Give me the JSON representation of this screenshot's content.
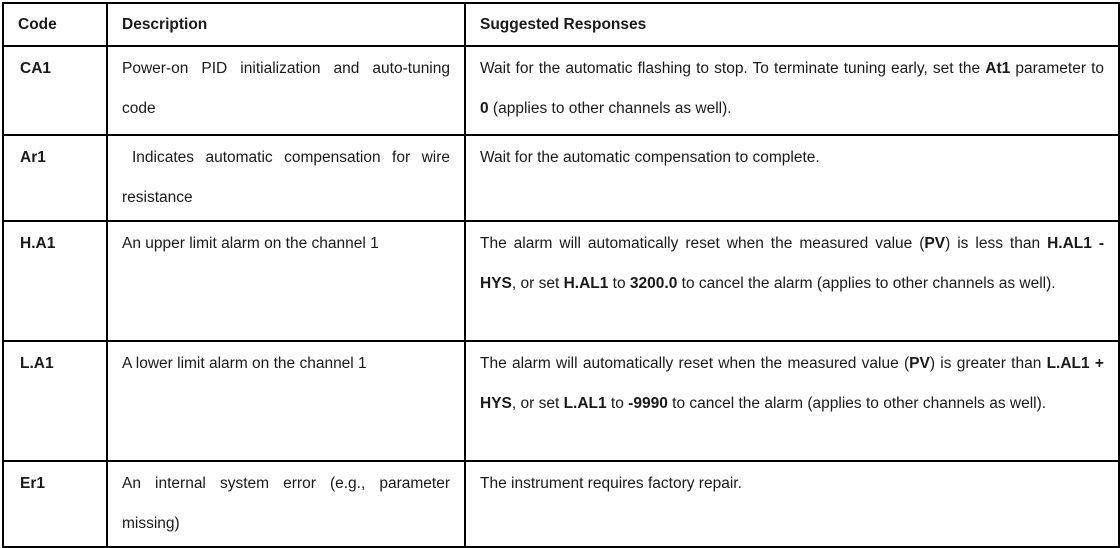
{
  "colors": {
    "border": "#000000",
    "text": "#1a1a1a",
    "background": "#ffffff"
  },
  "table": {
    "columns": [
      {
        "label": "Code"
      },
      {
        "label": "Description"
      },
      {
        "label": "Suggested Responses"
      }
    ],
    "rows": [
      {
        "code": "CA1",
        "description": "Power-on PID initialization and auto-tuning code",
        "response": [
          {
            "t": "Wait for the automatic flashing to stop. To terminate tuning early, set the "
          },
          {
            "t": "At1",
            "b": true
          },
          {
            "t": " parameter to "
          },
          {
            "t": "0",
            "b": true
          },
          {
            "t": " (applies to other channels as well)."
          }
        ]
      },
      {
        "code": "Ar1",
        "description": "Indicates automatic compensation for wire resistance",
        "response": [
          {
            "t": "Wait for the automatic compensation to complete."
          }
        ]
      },
      {
        "code": "H.A1",
        "description": "An upper limit alarm on the channel 1",
        "response": [
          {
            "t": "The alarm will automatically reset when the measured value ("
          },
          {
            "t": "PV",
            "b": true
          },
          {
            "t": ") is less than "
          },
          {
            "t": "H.AL1 - HYS",
            "b": true
          },
          {
            "t": ", or set "
          },
          {
            "t": "H.AL1",
            "b": true
          },
          {
            "t": " to "
          },
          {
            "t": "3200.0",
            "b": true
          },
          {
            "t": " to cancel the alarm (applies to other channels as well)."
          }
        ]
      },
      {
        "code": "L.A1",
        "description": "A lower limit alarm on the channel 1",
        "response": [
          {
            "t": "The alarm will automatically reset when the measured value ("
          },
          {
            "t": "PV",
            "b": true
          },
          {
            "t": ") is greater than "
          },
          {
            "t": "L.AL1 + HYS",
            "b": true
          },
          {
            "t": ", or set "
          },
          {
            "t": "L.AL1",
            "b": true
          },
          {
            "t": " to "
          },
          {
            "t": "-9990",
            "b": true
          },
          {
            "t": " to cancel the alarm (applies to other channels as well)."
          }
        ]
      },
      {
        "code": "Er1",
        "description": "An internal system error (e.g., parameter missing)",
        "response": [
          {
            "t": "The instrument requires factory repair."
          }
        ]
      }
    ]
  }
}
